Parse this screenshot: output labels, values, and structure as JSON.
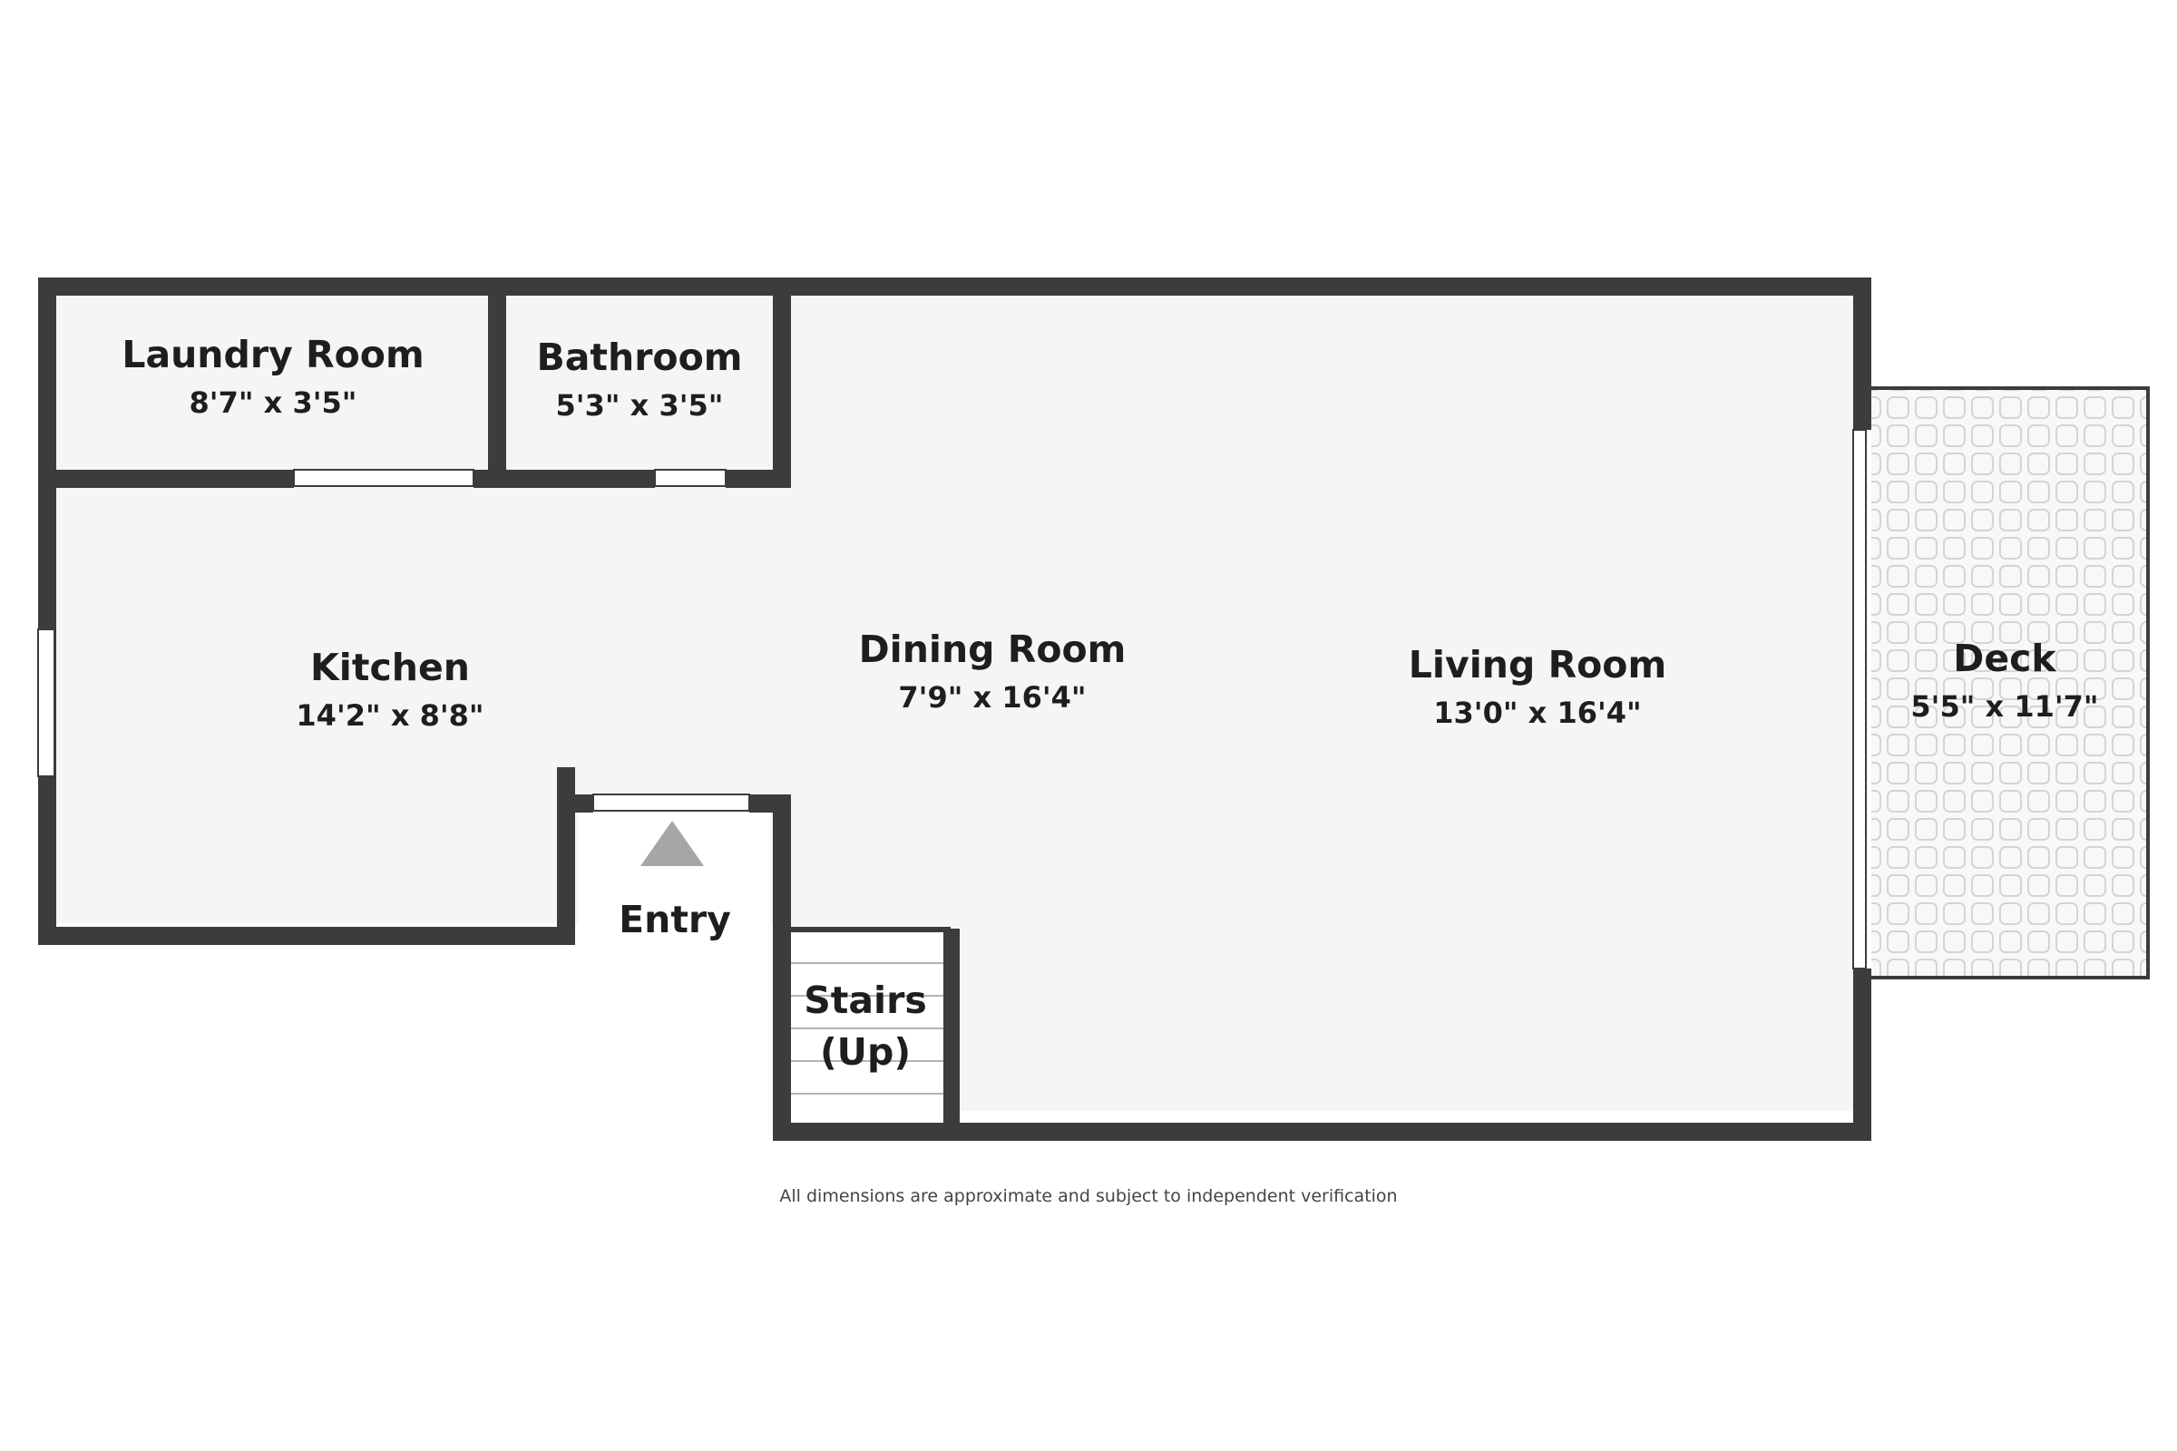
{
  "rooms": {
    "laundry": {
      "name": "Laundry Room",
      "dims": "8'7\" x 3'5\""
    },
    "bathroom": {
      "name": "Bathroom",
      "dims": "5'3\" x 3'5\""
    },
    "kitchen": {
      "name": "Kitchen",
      "dims": "14'2\" x 8'8\""
    },
    "dining": {
      "name": "Dining Room",
      "dims": "7'9\" x 16'4\""
    },
    "living": {
      "name": "Living Room",
      "dims": "13'0\" x 16'4\""
    },
    "deck": {
      "name": "Deck",
      "dims": "5'5\" x 11'7\""
    },
    "entry": {
      "name": "Entry"
    },
    "stairs": {
      "line1": "Stairs",
      "line2": "(Up)"
    }
  },
  "footer": {
    "note": "All dimensions are approximate and subject to independent verification"
  },
  "colors": {
    "wall": "#3c3c3c",
    "floor": "#f5f5f5",
    "deck_tile": "#d4d4d4",
    "entry_arrow": "#a6a6a6"
  },
  "icons": {
    "entry_marker": "entry-arrow-icon"
  }
}
